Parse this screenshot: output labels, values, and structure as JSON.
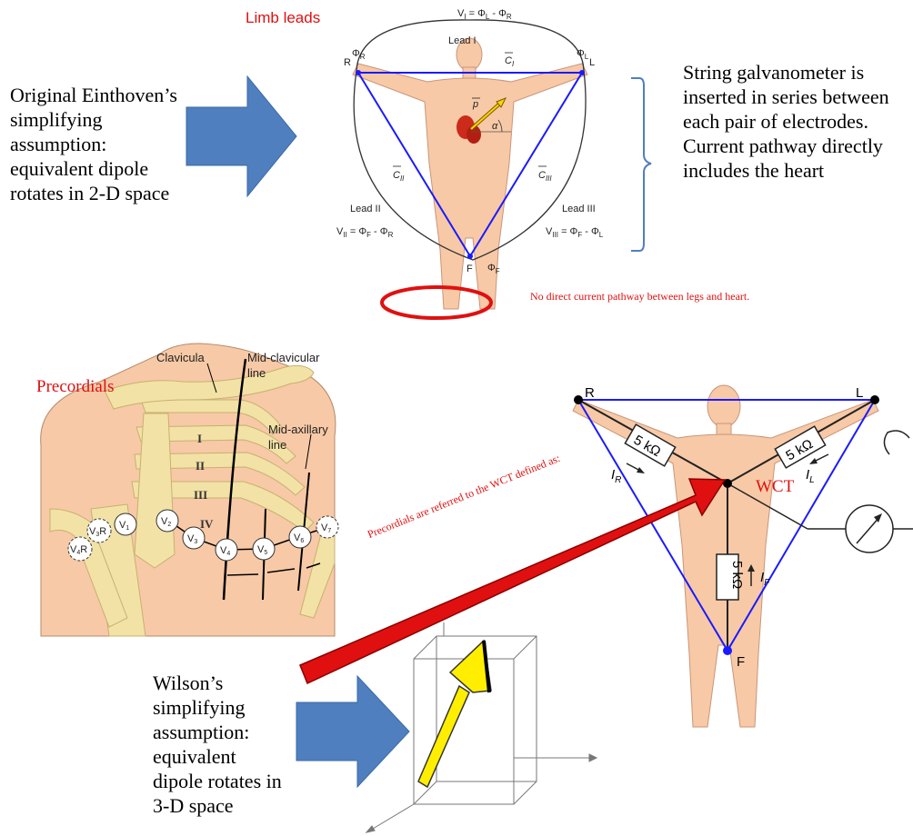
{
  "limb_section": {
    "title": "Limb leads",
    "formula_lead1": "V_I = Φ_L - Φ_R",
    "lead1": "Lead I",
    "lead2": "Lead II",
    "lead3": "Lead III",
    "formula_lead2": "V_II = Φ_F - Φ_R",
    "formula_lead3": "V_III = Φ_F - Φ_L",
    "phi_r": "Φ_R",
    "phi_l": "Φ_L",
    "phi_f": "Φ_F",
    "node_r": "R",
    "node_l": "L",
    "node_f": "F",
    "c1": "C_I",
    "c2": "C_II",
    "c3": "C_III",
    "p_vector": "p",
    "alpha": "α",
    "note": "No direct current pathway  between legs and heart."
  },
  "einthoven_text": "Original Einthoven’s simplifying assumption: equivalent dipole rotates in 2-D space",
  "galvanometer_text": "String galvanometer is inserted in series between each pair of electrodes. Current pathway directly includes the heart",
  "precordial_section": {
    "title": "Precordials",
    "clavicula": "Clavicula",
    "mid_clavicular": "Mid-clavicular line",
    "mid_axillary": "Mid-axillary line",
    "ribs": [
      "I",
      "II",
      "III",
      "IV"
    ],
    "electrodes": [
      "V₁",
      "V₂",
      "V₃",
      "V₄",
      "V₅",
      "V₆",
      "V₇",
      "V₃R",
      "V₄R"
    ]
  },
  "wct_section": {
    "node_r": "R",
    "node_l": "L",
    "node_f": "F",
    "resistor": "5 kΩ",
    "wct_label": "WCT",
    "i_r": "I_R",
    "i_l": "I_L",
    "i_f": "I_F",
    "arrow_text": "Precordials are referred to the WCT defined as:"
  },
  "wilson_text": "Wilson’s simplifying assumption: equivalent dipole rotates in 3-D space",
  "colors": {
    "blue_arrow": "#4f7fbf",
    "red": "#e01010",
    "triangle": "#1a1aff",
    "skin": "#f7c9a6",
    "rib": "#f2e2a6"
  }
}
